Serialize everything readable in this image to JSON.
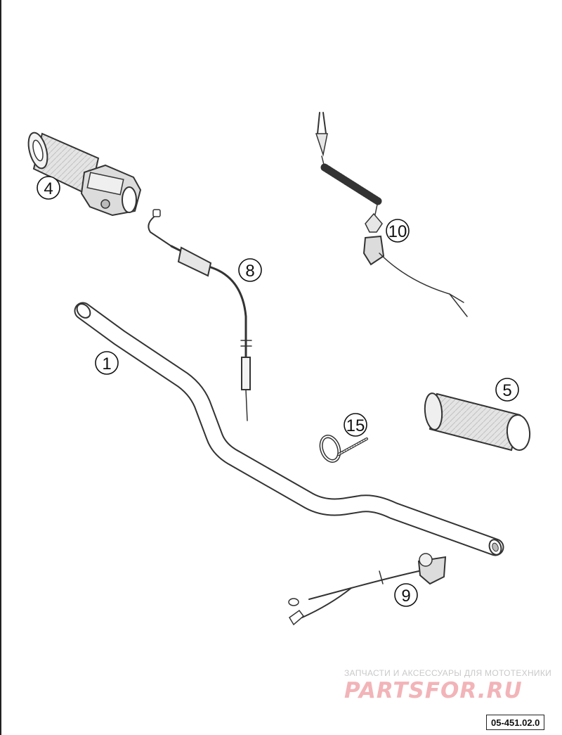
{
  "callouts": [
    {
      "id": "1",
      "label": "1"
    },
    {
      "id": "4",
      "label": "4"
    },
    {
      "id": "5",
      "label": "5"
    },
    {
      "id": "8",
      "label": "8"
    },
    {
      "id": "9",
      "label": "9"
    },
    {
      "id": "10",
      "label": "10"
    },
    {
      "id": "15",
      "label": "15"
    }
  ],
  "watermark": {
    "tagline": "ЗАПЧАСТИ И АКСЕССУАРЫ ДЛЯ МОТОТЕХНИКИ",
    "logo": "PARTSFOR.RU",
    "color": "#f2b4b8"
  },
  "diagram_code": "05-451.02.0",
  "colors": {
    "line": "#333333",
    "fill": "#ffffff",
    "shade": "#d9d9d9"
  }
}
